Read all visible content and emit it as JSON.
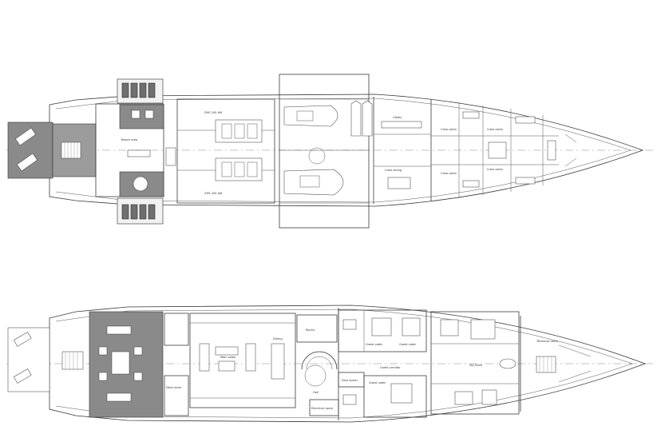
{
  "upper_deck": {
    "engine_labels": [
      "ZHS 200 kW",
      "ZHS 200 kW"
    ],
    "room_labels": [
      "Beach area",
      "Galley",
      "Crew dining",
      "Crew cabin",
      "Crew cabin",
      "Crew cabin",
      "Crew cabin"
    ]
  },
  "main_deck": {
    "room_labels": [
      "Main salon",
      "Dining",
      "Pantry",
      "Guest cabin",
      "Guest cabin",
      "Guest corridor",
      "Guest cabin",
      "Vip Suite",
      "Technical room",
      "Deck store",
      "Hall",
      "Electrical room",
      "Dive locker"
    ]
  },
  "colors": {
    "line": "#3a3a3a",
    "deck_fill": "#8a8a8a",
    "background": "#ffffff"
  }
}
